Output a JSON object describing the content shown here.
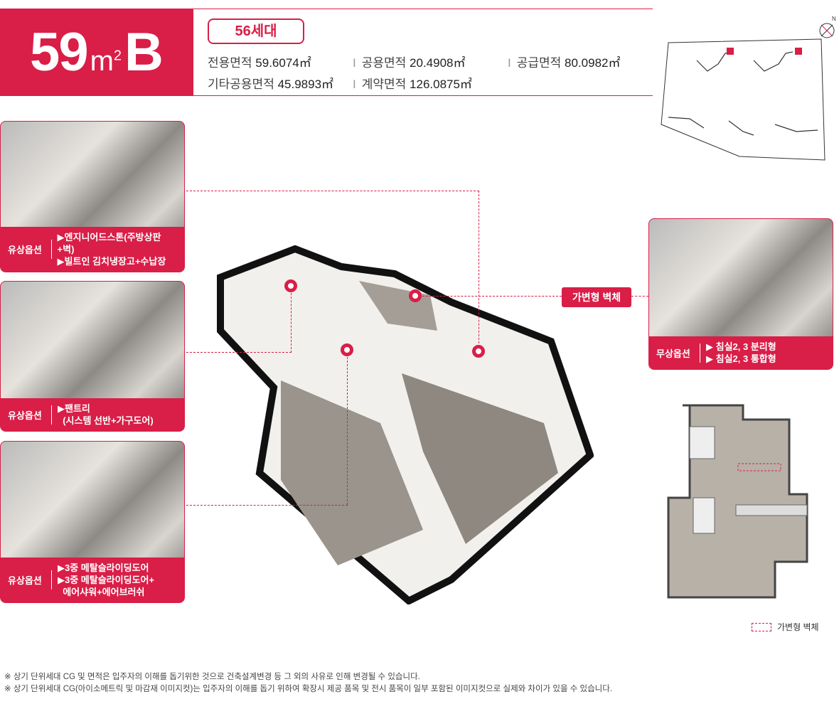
{
  "header": {
    "size_number": "59",
    "size_unit": "m",
    "size_sup": "2",
    "type_letter": "B",
    "units": "56세대",
    "areas": [
      {
        "label": "전용면적",
        "value": "59.6074㎡"
      },
      {
        "label": "공용면적",
        "value": "20.4908㎡"
      },
      {
        "label": "공급면적",
        "value": "80.0982㎡"
      },
      {
        "label": "기타공용면적",
        "value": "45.9893㎡"
      },
      {
        "label": "계약면적",
        "value": "126.0875㎡"
      }
    ]
  },
  "options": [
    {
      "type": "유상옵션",
      "items": [
        "▶엔지니어드스톤(주방상판+벽)",
        "▶빌트인 김치냉장고+수납장"
      ]
    },
    {
      "type": "유상옵션",
      "items": [
        "▶팬트리",
        "  (시스템 선반+가구도어)"
      ]
    },
    {
      "type": "유상옵션",
      "items": [
        "▶3중 메탈슬라이딩도어",
        "▶3중 메탈슬라이딩도어+",
        "  에어샤워+에어브러쉬"
      ]
    },
    {
      "type": "무상옵션",
      "items": [
        "▶ 침실2, 3 분리형",
        "▶ 침실2, 3 통합형"
      ]
    }
  ],
  "wall_tag": "가변형 벽체",
  "legend": "가변형 벽체",
  "compass": "N",
  "colors": {
    "accent": "#d91e47"
  },
  "notes": [
    "※ 상기 단위세대 CG 및 면적은 입주자의 이해를 돕기위한 것으로 건축설계변경 등 그 외의 사유로 인해 변경될 수 있습니다.",
    "※ 상기 단위세대 CG(아이소메트릭 및 마감재 이미지컷)는 입주자의 이해를 돕기 위하여 확장시 제공 품목 및 전시 품목이 일부 포함된 이미지컷으로 실제와 차이가 있을 수 있습니다."
  ]
}
